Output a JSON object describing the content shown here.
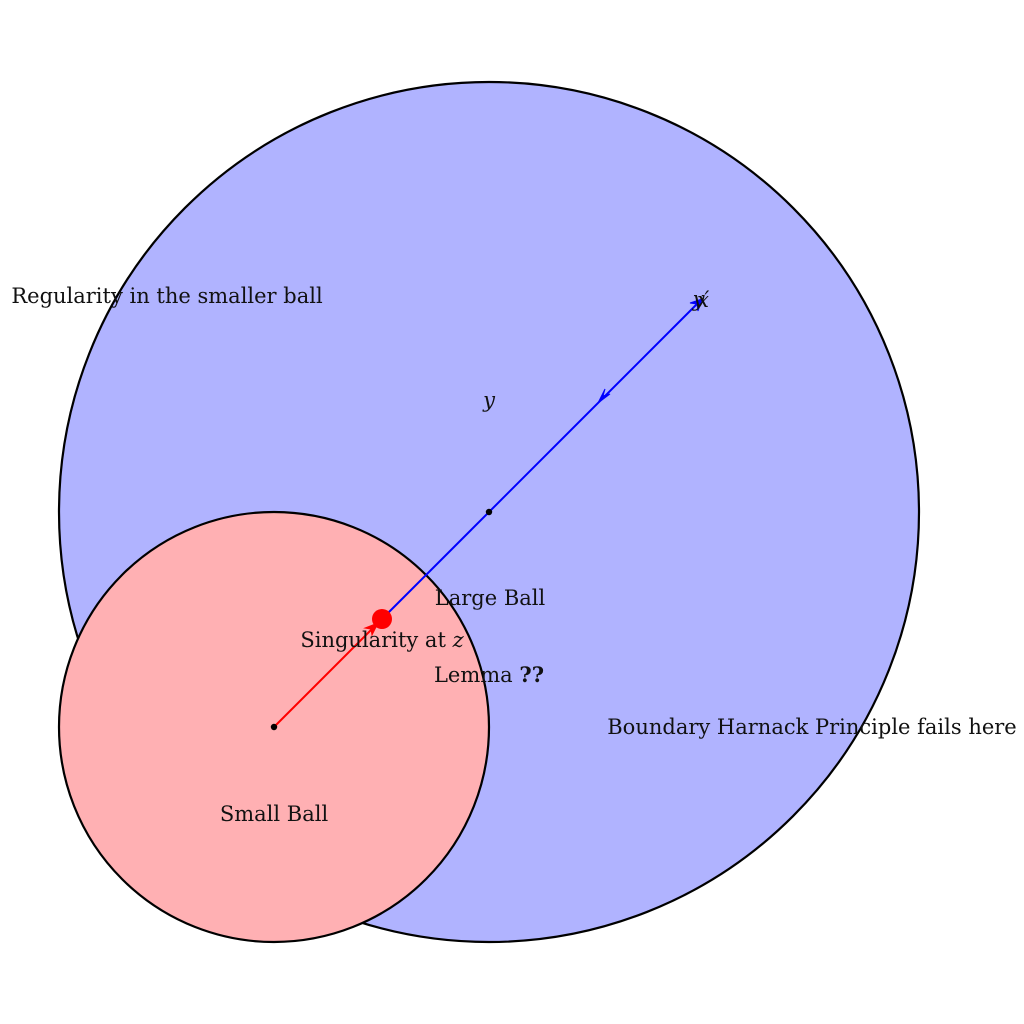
{
  "colors": {
    "large_ball_fill": "#b0b3ff",
    "small_ball_fill": "#ffb0b3",
    "outline": "#000000",
    "blue_path": "#0000ff",
    "red_path": "#ff0000",
    "singular_point": "#ff0000"
  },
  "labels": {
    "large_ball": "Large Ball",
    "small_ball": "Small Ball",
    "singularity": "Singularity at ",
    "singularity_var": "z",
    "lemma_prefix": "Lemma ",
    "lemma_ref": "??",
    "regularity": "Regularity in the smaller ball",
    "boundary_harnack": "Boundary Harnack Principle fails here",
    "point_y": "y",
    "point_x": "x",
    "point_y_prime": "y′"
  }
}
